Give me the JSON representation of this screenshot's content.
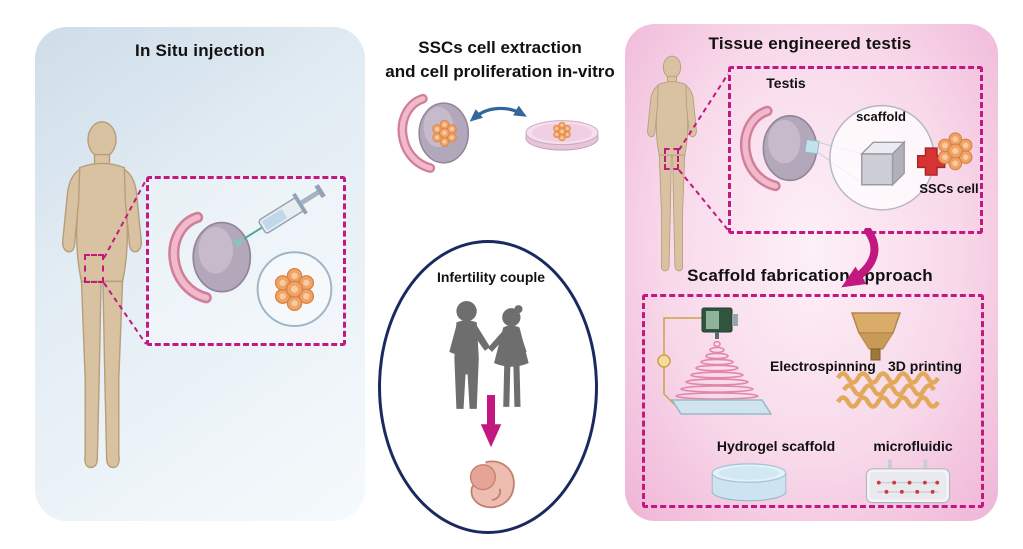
{
  "figure": {
    "left_panel": {
      "title": "In Situ injection"
    },
    "extraction": {
      "line1": "SSCs cell extraction",
      "line2": "and cell proliferation in-vitro"
    },
    "infertility": {
      "title": "Infertility couple"
    },
    "right_panel": {
      "title": "Tissue engineered testis",
      "testis_label": "Testis",
      "scaffold_label": "scaffold",
      "sscs_label": "SSCs cell",
      "fabrication_title": "Scaffold fabrication approach",
      "methods": [
        {
          "label": "Electrospinning"
        },
        {
          "label": "3D printing"
        },
        {
          "label": "Hydrogel scaffold"
        },
        {
          "label": "microfluidic"
        }
      ]
    },
    "colors": {
      "dashed_accent": "#c2187f",
      "ellipse_border": "#1b2a5e",
      "arrow_blue": "#33679b",
      "cell_orange": "#f1a266",
      "plus_red": "#d63434"
    }
  }
}
